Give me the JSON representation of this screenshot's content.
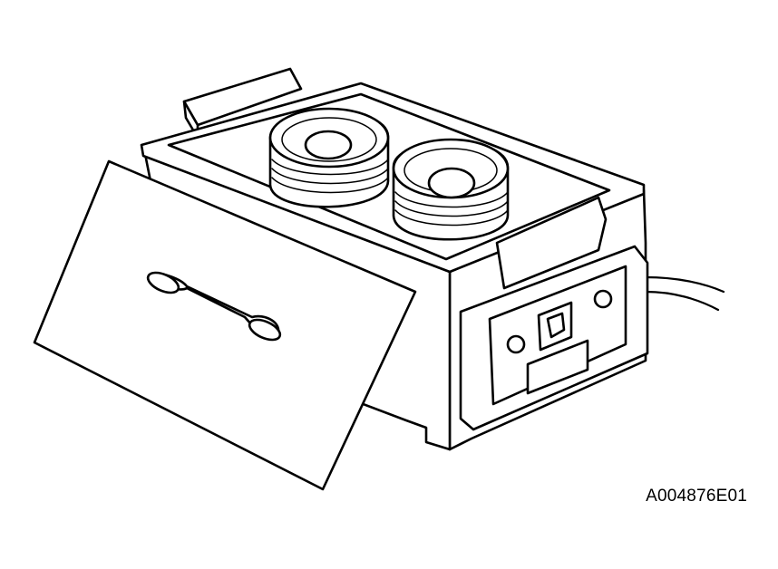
{
  "figure": {
    "id": "A004876E01"
  },
  "components": {
    "tank": "heater-tank",
    "lid": "tank-lid",
    "pistons": [
      "piston",
      "piston"
    ],
    "control_panel": {
      "switch": "toggle-switch",
      "indicators": [
        "indicator-lamp",
        "indicator-lamp"
      ],
      "label_plate": "label-plate"
    },
    "cable": "power-cable"
  }
}
